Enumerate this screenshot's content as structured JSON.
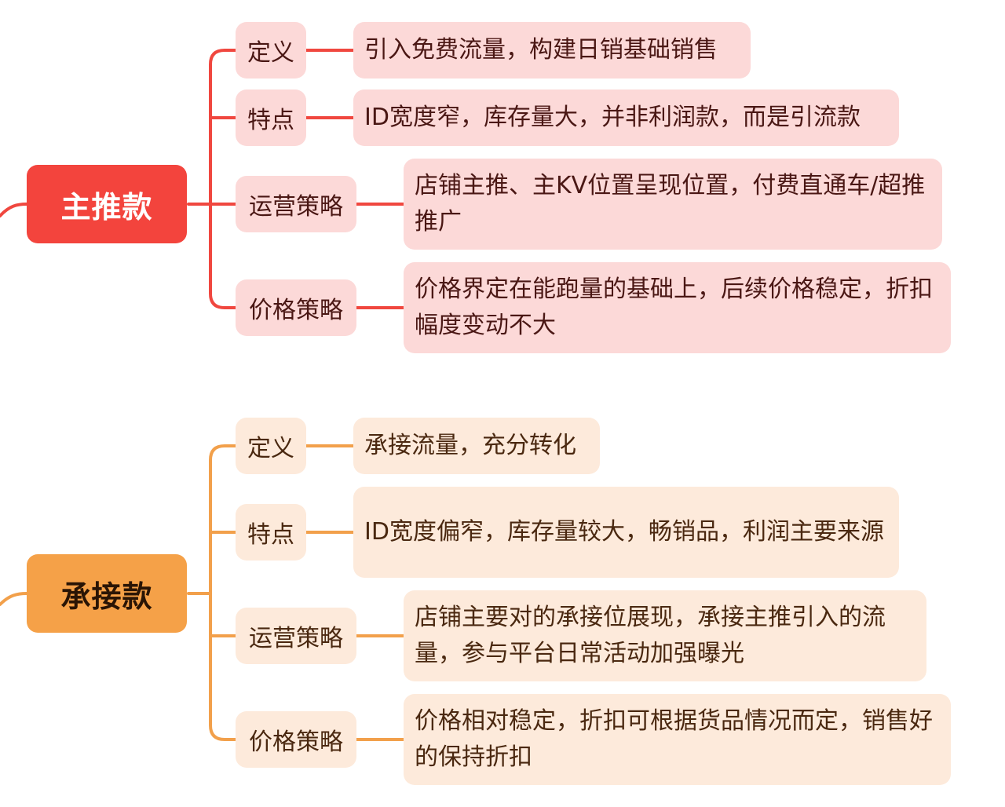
{
  "branches": [
    {
      "title": "主推款",
      "items": [
        {
          "label": "定义",
          "text": "引入免费流量，构建日销基础销售"
        },
        {
          "label": "特点",
          "text": "ID宽度窄，库存量大，并非利润款，而是引流款"
        },
        {
          "label": "运营策略",
          "text": "店铺主推、主KV位置呈现位置，付费直通车/超推推广"
        },
        {
          "label": "价格策略",
          "text": "价格界定在能跑量的基础上，后续价格稳定，折扣幅度变动不大"
        }
      ]
    },
    {
      "title": "承接款",
      "items": [
        {
          "label": "定义",
          "text": "承接流量，充分转化"
        },
        {
          "label": "特点",
          "text": "ID宽度偏窄，库存量较大，畅销品，利润主要来源"
        },
        {
          "label": "运营策略",
          "text": "店铺主要对的承接位展现，承接主推引入的流量，参与平台日常活动加强曝光"
        },
        {
          "label": "价格策略",
          "text": "价格相对稳定，折扣可根据货品情况而定，销售好的保持折扣"
        }
      ]
    }
  ],
  "colors": {
    "red_line": "#f0473f",
    "orange_line": "#f2a04b"
  }
}
